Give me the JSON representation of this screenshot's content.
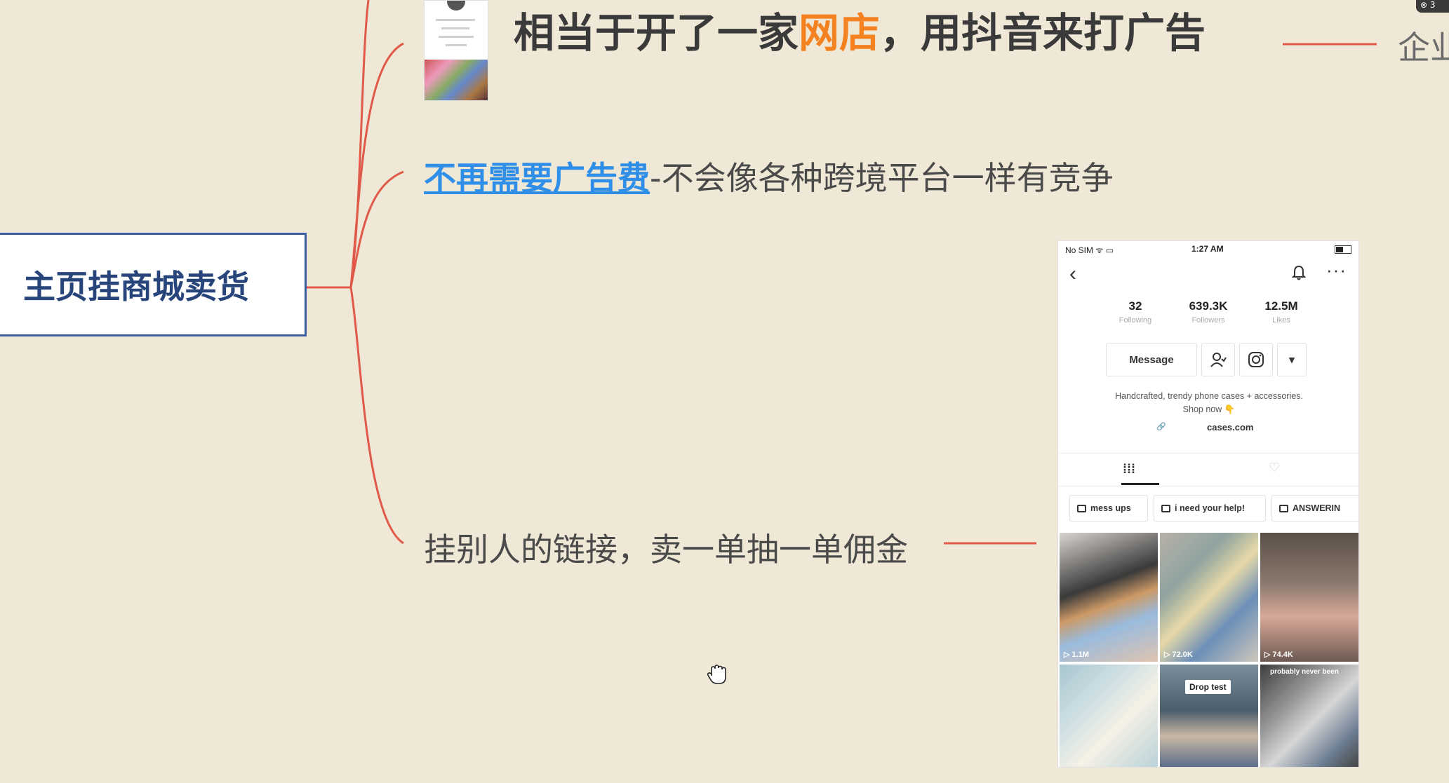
{
  "mindmap": {
    "root": "主页挂商城卖货",
    "branch_top": {
      "prefix": "相当于开了一家",
      "highlight": "网店",
      "suffix": "，用抖音来打广告"
    },
    "branch_mid": {
      "link": "不再需要广告费",
      "rest": "-不会像各种跨境平台一样有竞争"
    },
    "branch_bot": "挂别人的链接，卖一单抽一单佣金",
    "right_cut": "企业"
  },
  "colors": {
    "connector": "#e05a4a",
    "root_border": "#3a5fa0",
    "highlight": "#f58220",
    "link": "#2f8ee8"
  },
  "phone": {
    "status_left": "No SIM ᯤ ▭",
    "status_time": "1:27 AM",
    "back_icon": "‹",
    "more_icon": "···",
    "stats": [
      {
        "value": "32",
        "label": "Following"
      },
      {
        "value": "639.3K",
        "label": "Followers"
      },
      {
        "value": "12.5M",
        "label": "Likes"
      }
    ],
    "message_button": "Message",
    "dropdown_icon": "▾",
    "bio_line1": "Handcrafted, trendy phone cases + accessories.",
    "bio_line2": "Shop now 👇",
    "link_icon": "🔗",
    "link_text": "cases.com",
    "tab_videos_icon": "⁞⁞⁞",
    "tab_liked_icon": "♡",
    "chips": [
      "mess ups",
      "i need your help!",
      "ANSWERIN"
    ],
    "tiles": [
      {
        "views": "▷ 1.1M",
        "tag": ""
      },
      {
        "views": "▷ 72.0K",
        "tag": ""
      },
      {
        "views": "▷ 74.4K",
        "tag": ""
      },
      {
        "views": "",
        "tag": ""
      },
      {
        "views": "",
        "tag": "Drop test"
      },
      {
        "views": "",
        "tag": "probably never been"
      }
    ]
  },
  "corner_badge": "⊗ 3"
}
